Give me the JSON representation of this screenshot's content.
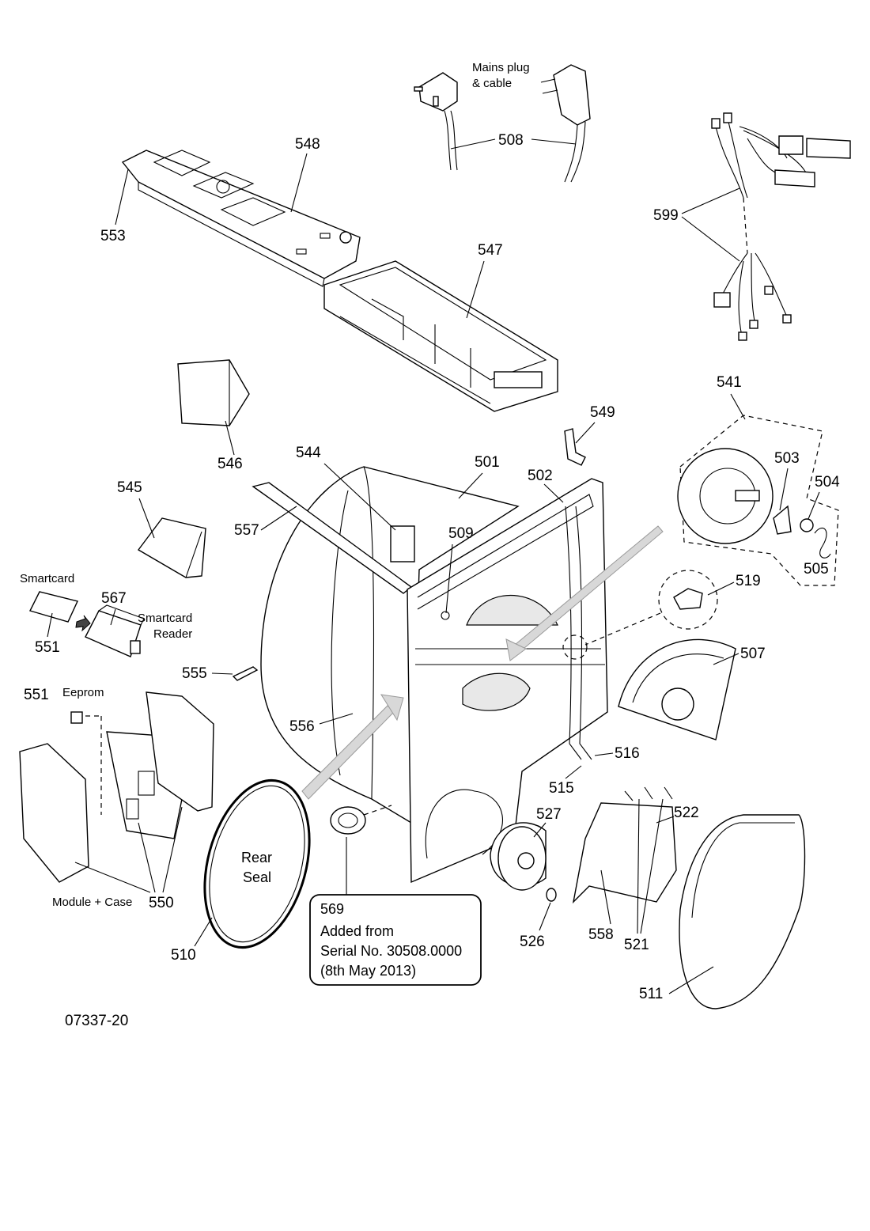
{
  "diagram_code": "07337-20",
  "labels": {
    "mains": [
      "Mains plug",
      "& cable"
    ],
    "smartcard": "Smartcard",
    "reader": [
      "Smartcard",
      "Reader"
    ],
    "eeprom": "Eeprom",
    "module": "Module + Case",
    "rear_seal": [
      "Rear",
      "Seal"
    ],
    "note": [
      "569",
      "Added from",
      "Serial No. 30508.0000",
      "(8th May 2013)"
    ]
  },
  "callouts": {
    "c501": "501",
    "c502": "502",
    "c503": "503",
    "c504": "504",
    "c505": "505",
    "c507": "507",
    "c508": "508",
    "c509": "509",
    "c510": "510",
    "c511": "511",
    "c515": "515",
    "c516": "516",
    "c519": "519",
    "c521": "521",
    "c522": "522",
    "c526": "526",
    "c527": "527",
    "c541": "541",
    "c544": "544",
    "c545": "545",
    "c546": "546",
    "c547": "547",
    "c548": "548",
    "c549": "549",
    "c550": "550",
    "c551a": "551",
    "c551b": "551",
    "c553": "553",
    "c555": "555",
    "c556": "556",
    "c557": "557",
    "c558": "558",
    "c567": "567",
    "c599": "599"
  }
}
